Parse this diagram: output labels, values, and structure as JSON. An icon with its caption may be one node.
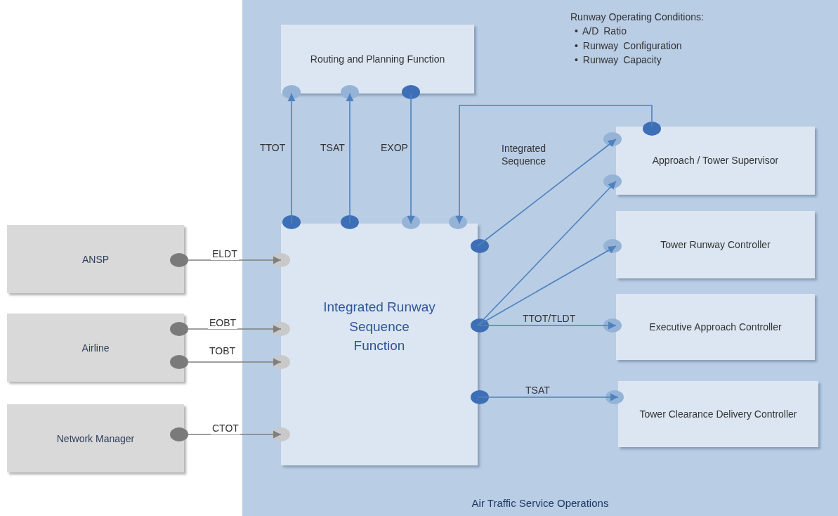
{
  "diagram": {
    "nodes": [
      {
        "text": [
          "Air Traffic Service Operations"
        ]
      },
      {
        "text": [
          "Routing and Planning Function"
        ],
        "in": 0
      },
      {
        "text": [
          "Integrated Runway Sequence Function"
        ],
        "in": 0
      },
      {
        "text": [
          "Approach / Tower Supervisor"
        ],
        "in": 0
      },
      {
        "text": [
          "Tower Runway Controller"
        ],
        "in": 0
      },
      {
        "text": [
          "Executive Approach Controller"
        ],
        "in": 0
      },
      {
        "text": [
          "Tower Clearance Delivery Controller"
        ],
        "in": 0
      },
      {
        "text": [
          "ANSP"
        ]
      },
      {
        "text": [
          "Airline"
        ]
      },
      {
        "text": [
          "Network Manager"
        ]
      }
    ],
    "edges": [
      {
        "from": 7,
        "to": 2,
        "arrow": "to",
        "label": "ELDT",
        "color": "#7f7f7f"
      },
      {
        "from": 8,
        "to": 2,
        "arrow": "to",
        "label": "EOBT",
        "color": "#7f7f7f"
      },
      {
        "from": 8,
        "to": 2,
        "arrow": "to",
        "label": "TOBT",
        "color": "#7f7f7f"
      },
      {
        "from": 9,
        "to": 2,
        "arrow": "to",
        "label": "CTOT",
        "color": "#7f7f7f"
      },
      {
        "from": 2,
        "to": 1,
        "arrow": "to",
        "label": "TTOT"
      },
      {
        "from": 2,
        "to": 1,
        "arrow": "to",
        "label": "TSAT"
      },
      {
        "from": 1,
        "to": 2,
        "arrow": "to",
        "label": "EXOP"
      },
      {
        "from": 3,
        "to": 2,
        "arrow": "to"
      },
      {
        "from": 2,
        "to": 3,
        "arrow": "to",
        "label": "Integrated Sequence"
      },
      {
        "from": 2,
        "to": 3,
        "arrow": "to"
      },
      {
        "from": 2,
        "to": 4,
        "arrow": "to"
      },
      {
        "from": 2,
        "to": 5,
        "arrow": "to",
        "label": "TTOT/TLDT"
      },
      {
        "from": 2,
        "to": 6,
        "arrow": "to",
        "label": "TSAT"
      }
    ],
    "labels": [
      "Runway Operating Conditions:",
      "• A/D Ratio",
      "• Runway Configuration",
      "• Runway Capacity"
    ]
  }
}
